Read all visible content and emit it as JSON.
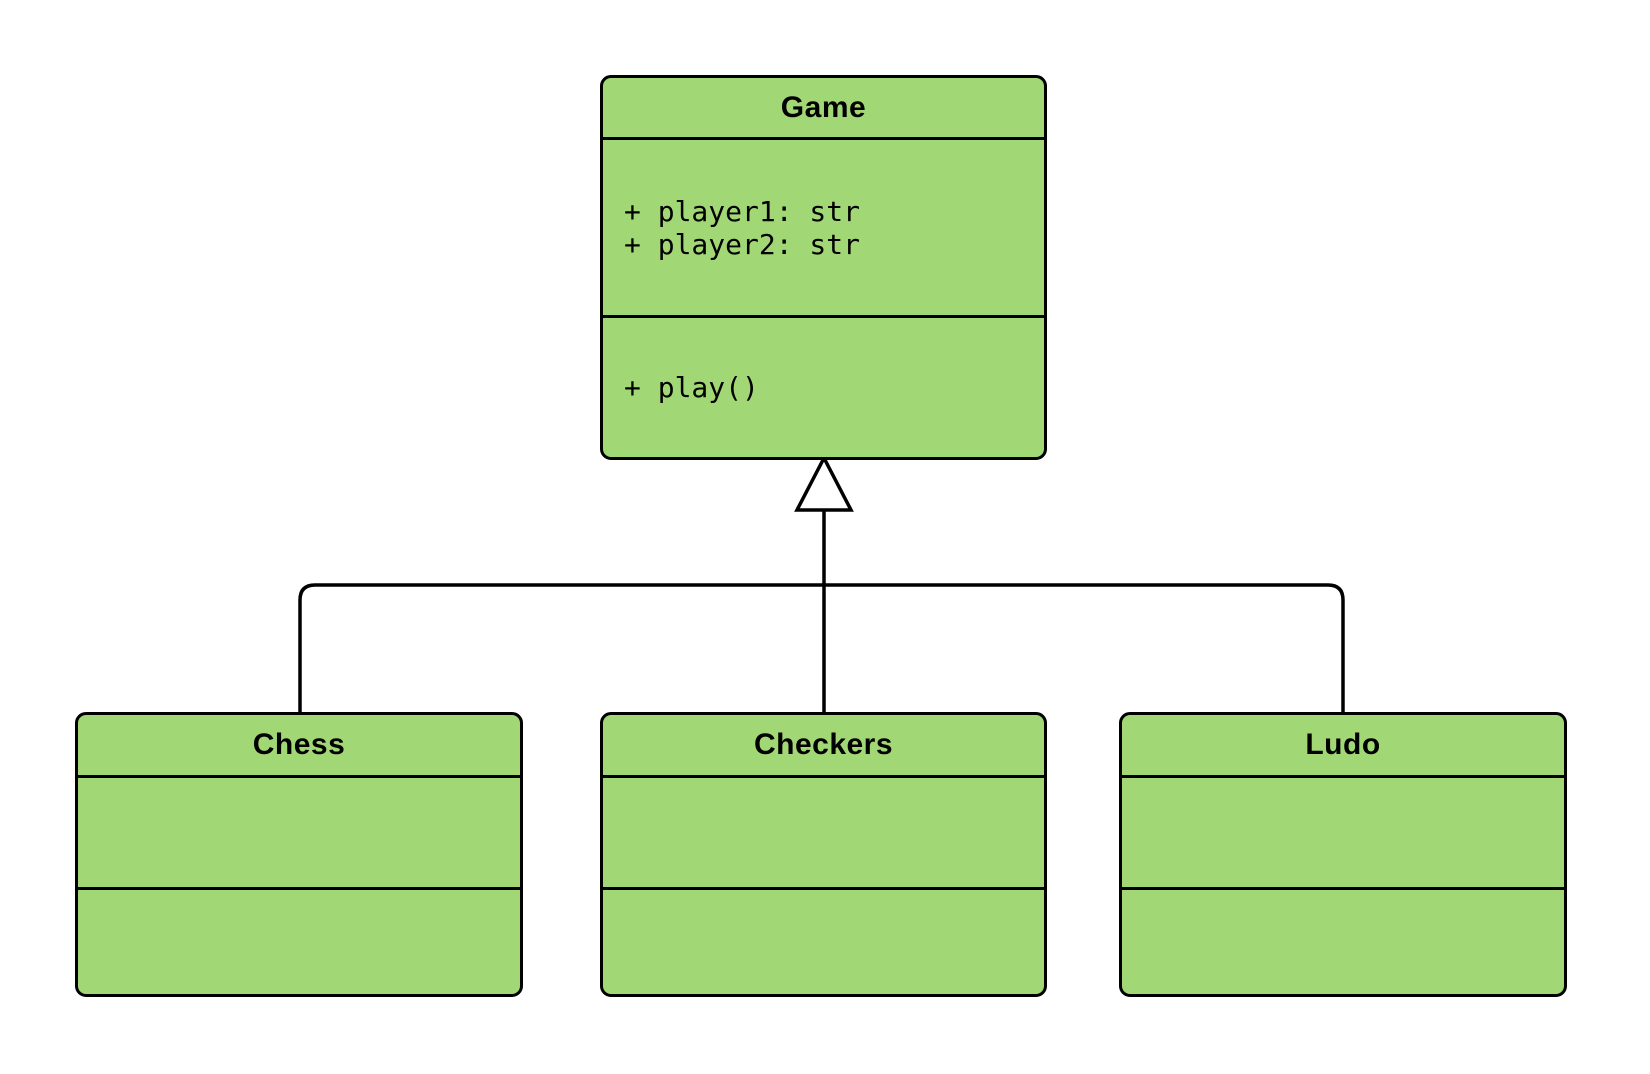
{
  "diagram": {
    "type": "uml-class-diagram",
    "style": {
      "background": "#FFFFFF",
      "node_fill": "#A2D775",
      "stroke": "#000000",
      "text_color": "#000000"
    },
    "classes": [
      {
        "title": "Game",
        "attributes": [
          "+ player1: str",
          "+ player2: str"
        ],
        "methods": [
          "+ play()"
        ]
      },
      {
        "title": "Chess",
        "attributes": [],
        "methods": []
      },
      {
        "title": "Checkers",
        "attributes": [],
        "methods": []
      },
      {
        "title": "Ludo",
        "attributes": [],
        "methods": []
      }
    ],
    "relations": [
      {
        "type": "inheritance",
        "child": "Chess",
        "parent": "Game"
      },
      {
        "type": "inheritance",
        "child": "Checkers",
        "parent": "Game"
      },
      {
        "type": "inheritance",
        "child": "Ludo",
        "parent": "Game"
      }
    ]
  }
}
